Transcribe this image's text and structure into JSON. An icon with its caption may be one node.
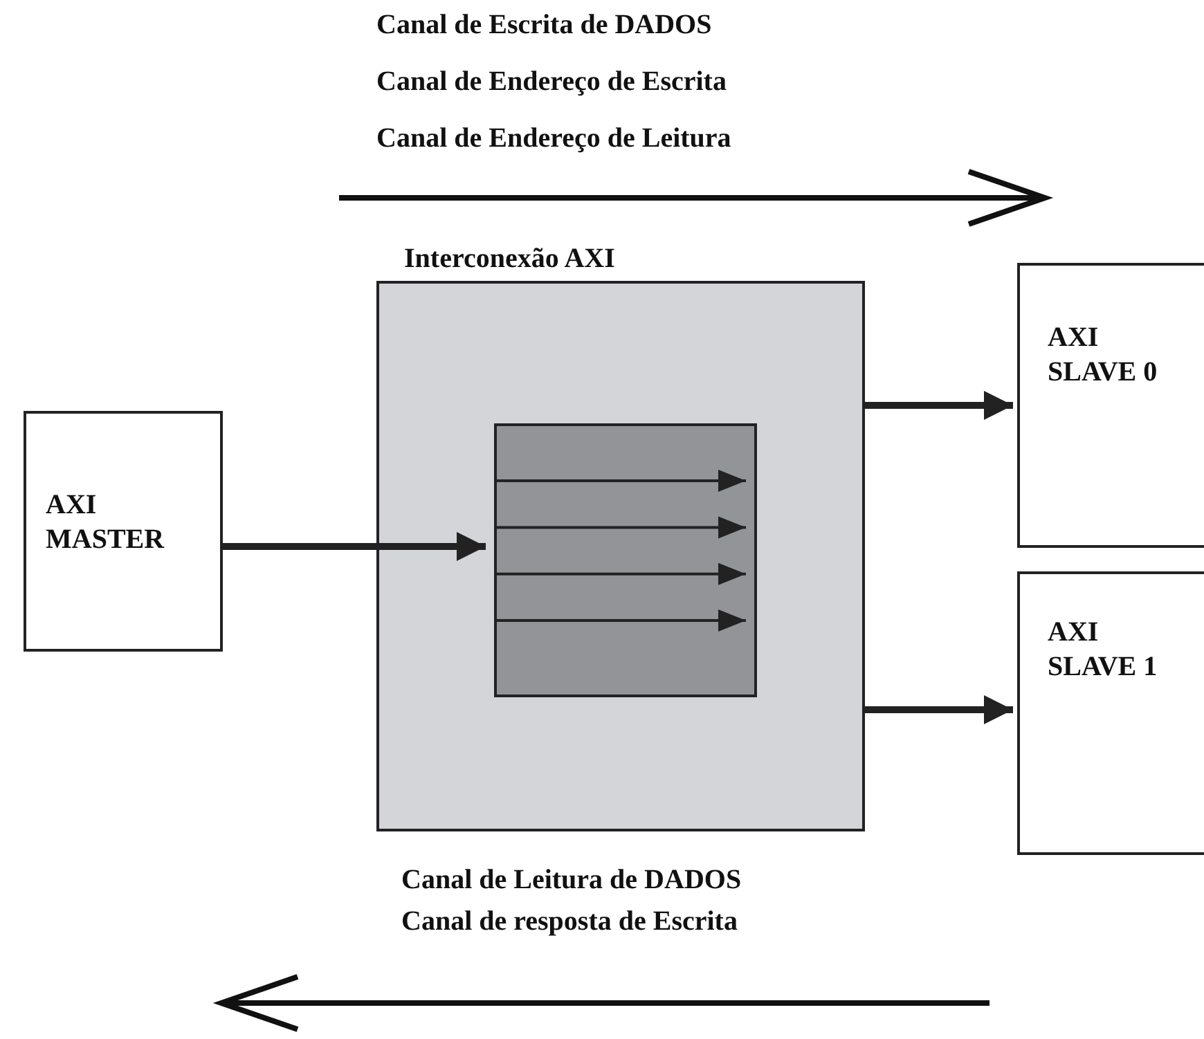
{
  "diagram": {
    "nodes": [
      {
        "text": [
          "AXI MASTER"
        ]
      },
      {
        "text": [
          "Interconexão AXI"
        ]
      },
      {
        "text": [],
        "shape": "box",
        "in": 1
      },
      {
        "text": [
          "AXI SLAVE 0"
        ]
      },
      {
        "text": [
          "AXI SLAVE 1"
        ]
      }
    ],
    "edges": [
      {
        "from": 0,
        "to": 2,
        "arrow": "to"
      },
      {
        "from": 1,
        "to": 3,
        "arrow": "to"
      },
      {
        "from": 1,
        "to": 4,
        "arrow": "to"
      }
    ],
    "labels": [
      "Canal de Escrita de DADOS",
      "Canal de Endereço de Escrita",
      "Canal de Endereço de Leitura",
      "Canal de Leitura de DADOS",
      "Canal de resposta de Escrita"
    ]
  }
}
